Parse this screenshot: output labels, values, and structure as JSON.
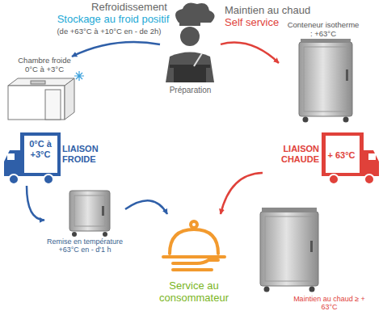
{
  "diagram": {
    "nodes": [
      {
        "text": [
          "Préparation"
        ]
      },
      {
        "text": [
          "Chambre froide 0°C à +3°C"
        ]
      },
      {
        "text": [
          "0°C à +3°C",
          "LIAISON FROIDE"
        ]
      },
      {
        "text": [
          "Remise en température +63°C en - d'1 h"
        ]
      },
      {
        "text": [
          "Service au consommateur"
        ]
      },
      {
        "text": [
          "Conteneur isotherme : +63°C"
        ]
      },
      {
        "text": [
          "+ 63°C",
          "LIAISON CHAUDE"
        ]
      },
      {
        "text": [
          "Maintien au chaud ≥ + 63°C"
        ]
      }
    ],
    "edges": [
      {
        "from": 0,
        "to": 1,
        "arrow": "to"
      },
      {
        "from": 2,
        "to": 3,
        "arrow": "to"
      },
      {
        "from": 3,
        "to": 4,
        "arrow": "to"
      },
      {
        "from": 0,
        "to": 5,
        "arrow": "to"
      },
      {
        "from": 6,
        "to": 4,
        "arrow": "to"
      }
    ],
    "labels": [
      "Refroidissement",
      "Stockage au froid positif",
      "(de +63°C à +10°C en - de 2h)",
      "Maintien au chaud",
      "Self service"
    ]
  }
}
